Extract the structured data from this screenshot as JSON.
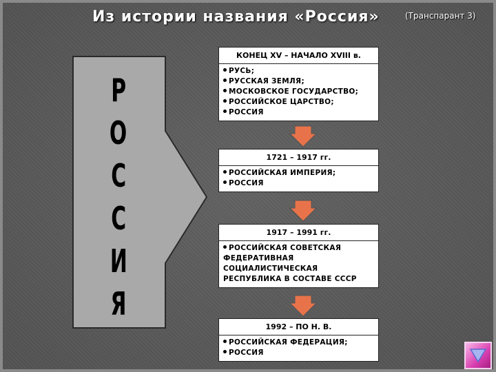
{
  "header": {
    "title": "Из истории названия «Россия»",
    "subtitle": "(Транспарант 3)"
  },
  "vertical_word": [
    "Р",
    "О",
    "С",
    "С",
    "И",
    "Я"
  ],
  "periods": [
    {
      "label": "КОНЕЦ XV – НАЧАЛО XVIII в.",
      "items": [
        "РУСЬ;",
        "РУССКАЯ ЗЕМЛЯ;",
        "МОСКОВСКОЕ ГОСУДАРСТВО;",
        "РОССИЙСКОЕ ЦАРСТВО;",
        "РОССИЯ"
      ]
    },
    {
      "label": "1721 – 1917 гг.",
      "items": [
        "РОССИЙСКАЯ ИМПЕРИЯ;",
        "РОССИЯ"
      ]
    },
    {
      "label": "1917 – 1991 гг.",
      "items": [
        "РОССИЙСКАЯ СОВЕТСКАЯ ФЕДЕРАТИВНАЯ СОЦИАЛИСТИЧЕСКАЯ РЕСПУБЛИКА В СОСТАВЕ СССР"
      ]
    },
    {
      "label": "1992 – ПО Н. В.",
      "items": [
        "РОССИЙСКАЯ ФЕДЕРАЦИЯ;",
        "РОССИЯ"
      ]
    }
  ],
  "colors": {
    "background": "#5a5a5a",
    "big_arrow": "#a9a9a9",
    "down_arrow": "#e8734a",
    "nav_button": "#d93fb0"
  },
  "icons": {
    "nav": "down-triangle-icon"
  }
}
